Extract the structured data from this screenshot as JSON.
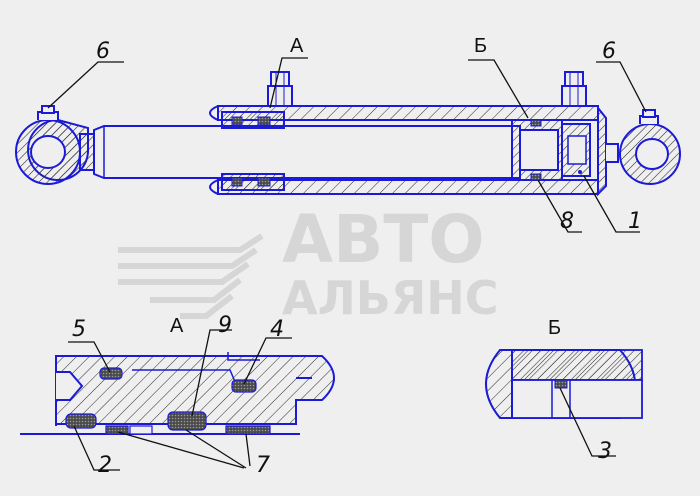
{
  "colors": {
    "background": "#efefef",
    "outline": "#1a1ad8",
    "hatch": "#2a2a2a",
    "leader": "#111111",
    "seal": "#222222",
    "watermark": "#d6d6d6"
  },
  "callouts": {
    "pos_1": "1",
    "pos_2": "2",
    "pos_3": "3",
    "pos_4": "4",
    "pos_5": "5",
    "pos_6_left": "6",
    "pos_6_right": "6",
    "pos_7": "7",
    "pos_8": "8",
    "pos_9": "9"
  },
  "views": {
    "a_top": "А",
    "b_top": "Б",
    "a_detail": "А",
    "b_detail": "Б"
  },
  "watermark": {
    "line1": "АВТО",
    "line2": "АЛЬЯНС",
    "logo": "stylized-road-logo"
  }
}
